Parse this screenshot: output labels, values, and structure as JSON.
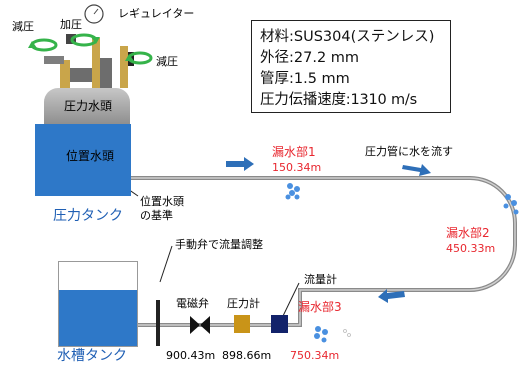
{
  "top_labels": {
    "pressure_reduce_left": "減圧",
    "pressure_increase": "加圧",
    "regulator": "レギュレイター",
    "pressure_reduce_right": "減圧"
  },
  "tank_labels": {
    "pressure_head": "圧力水頭",
    "elevation_head": "位置水頭",
    "pressure_tank": "圧力タンク",
    "datum": "位置水頭\nの基準",
    "water_tank": "水槽タンク"
  },
  "info": {
    "material": "材料:SUS304(ステンレス)",
    "outer_diameter": "外径:27.2 mm",
    "thickness": "管厚:1.5 mm",
    "wave_speed": "圧力伝播速度:1310 m/s"
  },
  "flow_label": "圧力管に水を流す",
  "leaks": [
    {
      "name": "漏水部1",
      "distance": "150.34m"
    },
    {
      "name": "漏水部2",
      "distance": "450.33m"
    },
    {
      "name": "漏水部3",
      "distance": "750.34m"
    }
  ],
  "components": {
    "manual_valve_note": "手動弁で流量調整",
    "solenoid_valve": "電磁弁",
    "pressure_gauge": "圧力計",
    "flow_meter": "流量計",
    "solenoid_distance": "900.43m",
    "gauge_distance": "898.66m"
  },
  "colors": {
    "water": "#2e78c8",
    "leak_text": "#e8272f",
    "arrow": "#2e6fb8",
    "pipe": "#8a8a8a",
    "pressure_arrow": "#f2b01e",
    "gauge": "#c99418",
    "flow_meter": "#12226a"
  },
  "icons": [
    "rotate-arrow-icon",
    "pressure-gauge-icon",
    "regulator-icon",
    "droplets-icon",
    "flow-arrow-icon",
    "valve-icon"
  ]
}
